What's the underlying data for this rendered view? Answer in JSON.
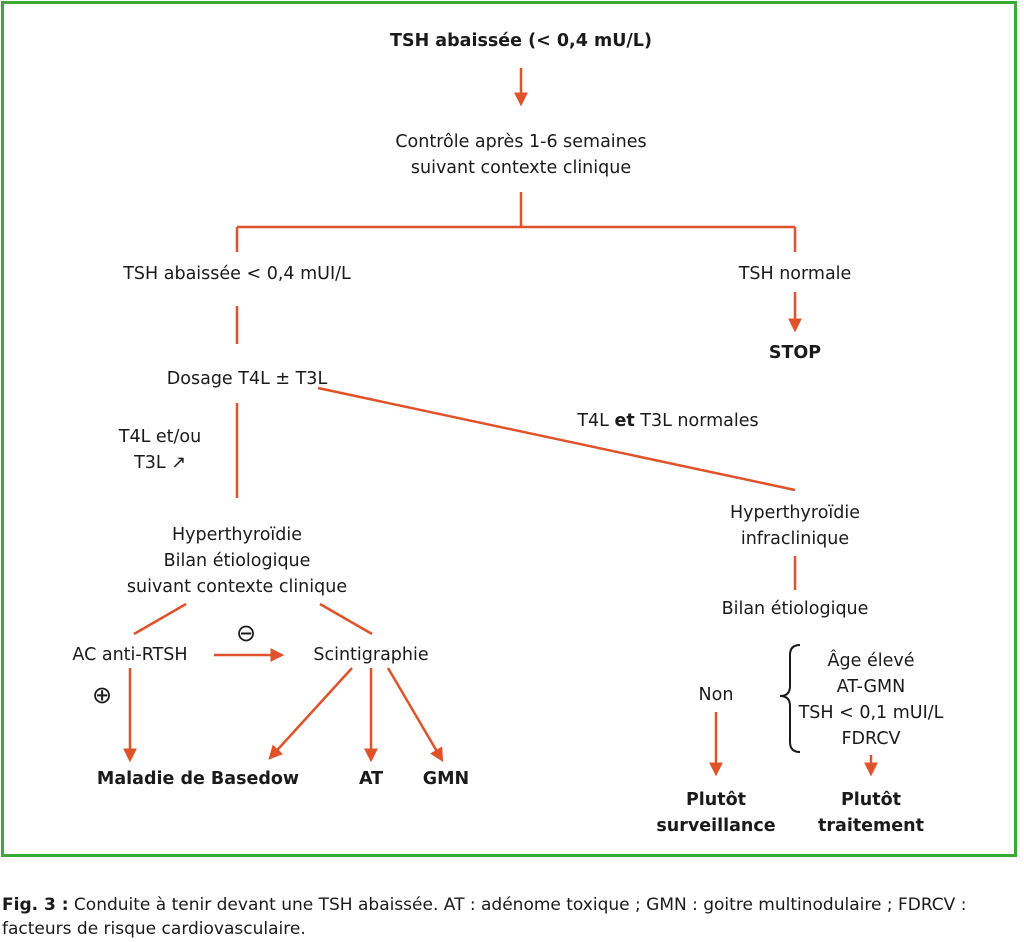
{
  "nodes": {
    "tsh_start": "TSH abaissée (< 0,4 mU/L)",
    "controle_1": "Contrôle après 1-6 semaines",
    "controle_2": "suivant contexte clinique",
    "tsh_low": "TSH abaissée < 0,4 mUI/L",
    "tsh_normal": "TSH normale",
    "stop": "STOP",
    "dosage": "Dosage T4L ± T3L",
    "t4l_up_1": "T4L et/ou",
    "t4l_up_2": "T3L ↗",
    "normales_pre": "T4L ",
    "normales_bold": "et",
    "normales_post": " T3L normales",
    "hyper_1": "Hyperthyroïdie",
    "hyper_2": "Bilan étiologique",
    "hyper_3": "suivant contexte clinique",
    "infra_1": "Hyperthyroïdie",
    "infra_2": "infraclinique",
    "bilan_etio": "Bilan étiologique",
    "ac_rtsh": "AC anti-RTSH",
    "minus": "⊖",
    "plus": "⊕",
    "scinti": "Scintigraphie",
    "basedow": "Maladie de Basedow",
    "at": "AT",
    "gmn": "GMN",
    "non": "Non",
    "crit_1": "Âge élevé",
    "crit_2": "AT-GMN",
    "crit_3": "TSH < 0,1 mUI/L",
    "crit_4": "FDRCV",
    "surv_1": "Plutôt",
    "surv_2": "surveillance",
    "trait_1": "Plutôt",
    "trait_2": "traitement"
  },
  "caption": {
    "label": "Fig. 3 :",
    "text": " Conduite à tenir devant une TSH abaissée. AT : adénome toxique ; GMN : goitre multinodulaire ; FDRCV : facteurs de risque cardiovasculaire."
  },
  "colors": {
    "frame": "#3aa935",
    "arrow": "#e0532a",
    "text": "#1a1a1a"
  }
}
